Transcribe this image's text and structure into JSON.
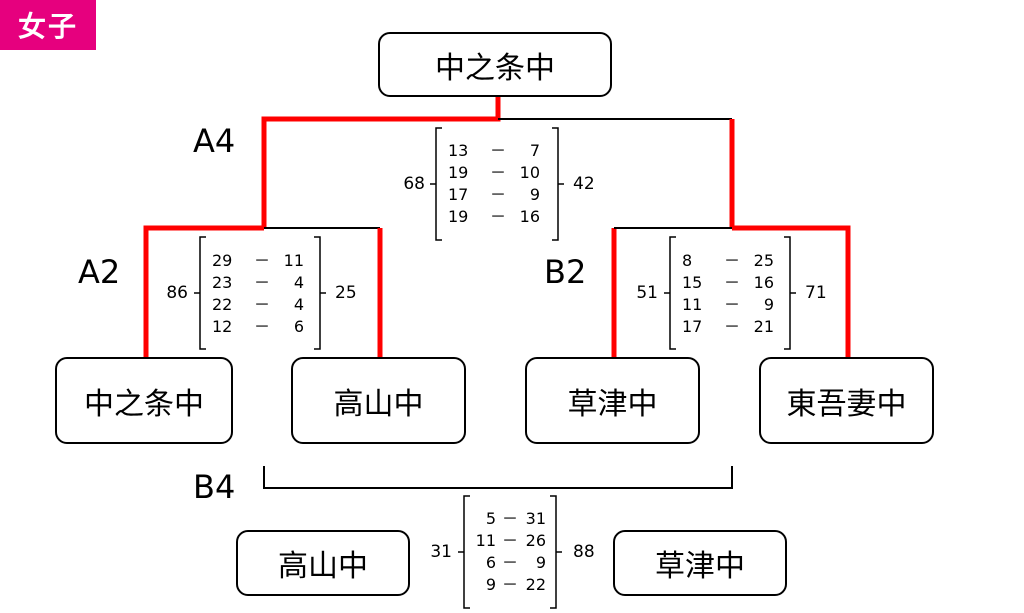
{
  "badge": "女子",
  "colors": {
    "winner_line": "#ff0000",
    "line": "#000000",
    "badge": "#e6007e"
  },
  "final": {
    "round": "A4",
    "champion": "中之条中",
    "left_total": "68",
    "right_total": "42",
    "sets": [
      [
        "13",
        "7"
      ],
      [
        "19",
        "10"
      ],
      [
        "17",
        "9"
      ],
      [
        "19",
        "16"
      ]
    ]
  },
  "semi_a": {
    "round": "A2",
    "left_total": "86",
    "right_total": "25",
    "sets": [
      [
        "29",
        "11"
      ],
      [
        "23",
        "4"
      ],
      [
        "22",
        "4"
      ],
      [
        "12",
        "6"
      ]
    ]
  },
  "semi_b": {
    "round": "B2",
    "left_total": "51",
    "right_total": "71",
    "sets": [
      [
        "8",
        "25"
      ],
      [
        "15",
        "16"
      ],
      [
        "11",
        "9"
      ],
      [
        "17",
        "21"
      ]
    ]
  },
  "teams": [
    "中之条中",
    "高山中",
    "草津中",
    "東吾妻中"
  ],
  "third": {
    "round": "B4",
    "left_team": "高山中",
    "right_team": "草津中",
    "left_total": "31",
    "right_total": "88",
    "sets": [
      [
        "5",
        "31"
      ],
      [
        "11",
        "26"
      ],
      [
        "6",
        "9"
      ],
      [
        "9",
        "22"
      ]
    ]
  },
  "dash": "－"
}
